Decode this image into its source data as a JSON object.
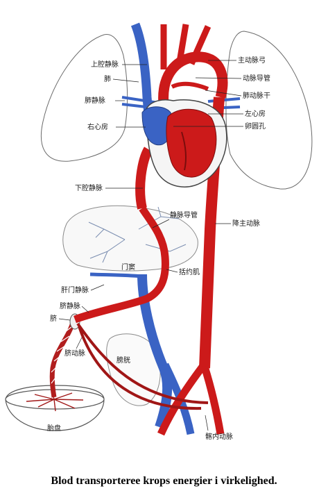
{
  "labels": {
    "superior_vena_cava": "上腔静脉",
    "lung": "肺",
    "pulmonary_vein": "肺静脉",
    "right_atrium": "右心房",
    "inferior_vena_cava": "下腔静脉",
    "aortic_arch": "主动脉弓",
    "ductus_arteriosus": "动脉导管",
    "pulmonary_trunk": "肺动脉干",
    "left_atrium": "左心房",
    "foramen_ovale": "卵圆孔",
    "ductus_venosus": "静脉导管",
    "descending_aorta": "降主动脉",
    "portal_sinus": "门窦",
    "sphincter": "括约肌",
    "hepatic_portal_vein": "肝门静脉",
    "umbilical_vein": "脐静脉",
    "umbilicus": "脐",
    "umbilical_artery": "脐动脉",
    "bladder": "膀胱",
    "placenta": "胎盘",
    "internal_iliac_artery": "髂内动脉"
  },
  "caption": "Blod transporteree krops energier i virkelighed.",
  "colors": {
    "artery": "#cc1a1a",
    "vein": "#3a63c4",
    "background": "#ffffff"
  }
}
